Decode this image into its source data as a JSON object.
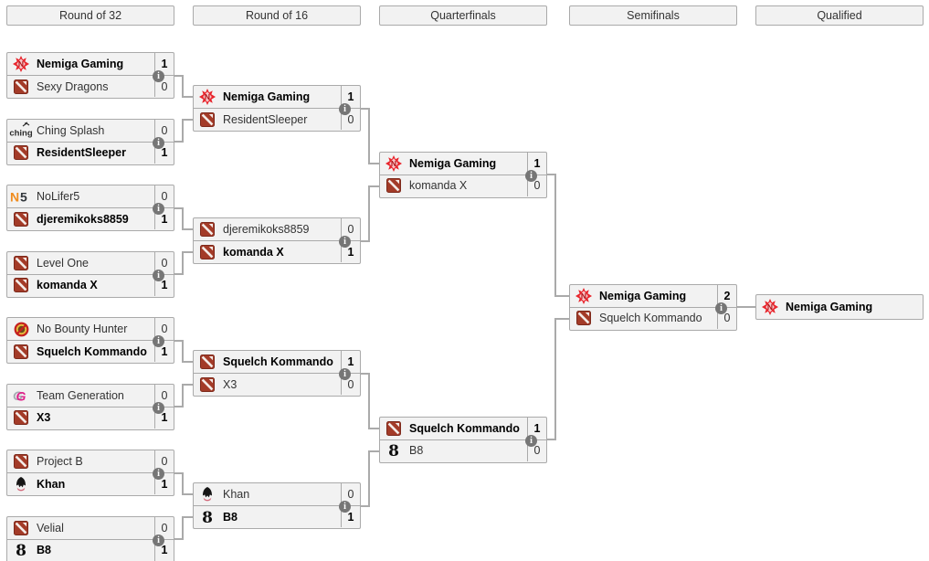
{
  "headers": [
    "Round of 32",
    "Round of 16",
    "Quarterfinals",
    "Semifinals",
    "Qualified"
  ],
  "rounds": [
    [
      {
        "teams": [
          {
            "name": "Nemiga Gaming",
            "score": "1",
            "winner": true,
            "icon": "nemiga-logo"
          },
          {
            "name": "Sexy Dragons",
            "score": "0",
            "winner": false,
            "icon": "dota2-logo"
          }
        ]
      },
      {
        "teams": [
          {
            "name": "Ching Splash",
            "score": "0",
            "winner": false,
            "icon": "ching-splash-logo"
          },
          {
            "name": "ResidentSleeper",
            "score": "1",
            "winner": true,
            "icon": "dota2-logo"
          }
        ]
      },
      {
        "teams": [
          {
            "name": "NoLifer5",
            "score": "0",
            "winner": false,
            "icon": "nolifer5-logo"
          },
          {
            "name": "djeremikoks8859",
            "score": "1",
            "winner": true,
            "icon": "dota2-logo"
          }
        ]
      },
      {
        "teams": [
          {
            "name": "Level One",
            "score": "0",
            "winner": false,
            "icon": "dota2-logo"
          },
          {
            "name": "komanda X",
            "score": "1",
            "winner": true,
            "icon": "dota2-logo"
          }
        ]
      },
      {
        "teams": [
          {
            "name": "No Bounty Hunter",
            "score": "0",
            "winner": false,
            "icon": "no-bounty-hunter-logo"
          },
          {
            "name": "Squelch Kommando",
            "score": "1",
            "winner": true,
            "icon": "dota2-logo"
          }
        ]
      },
      {
        "teams": [
          {
            "name": "Team Generation",
            "score": "0",
            "winner": false,
            "icon": "team-generation-logo"
          },
          {
            "name": "X3",
            "score": "1",
            "winner": true,
            "icon": "dota2-logo"
          }
        ]
      },
      {
        "teams": [
          {
            "name": "Project B",
            "score": "0",
            "winner": false,
            "icon": "dota2-logo"
          },
          {
            "name": "Khan",
            "score": "1",
            "winner": true,
            "icon": "khan-logo"
          }
        ]
      },
      {
        "teams": [
          {
            "name": "Velial",
            "score": "0",
            "winner": false,
            "icon": "dota2-logo"
          },
          {
            "name": "B8",
            "score": "1",
            "winner": true,
            "icon": "b8-logo"
          }
        ]
      }
    ],
    [
      {
        "teams": [
          {
            "name": "Nemiga Gaming",
            "score": "1",
            "winner": true,
            "icon": "nemiga-logo"
          },
          {
            "name": "ResidentSleeper",
            "score": "0",
            "winner": false,
            "icon": "dota2-logo"
          }
        ]
      },
      {
        "teams": [
          {
            "name": "djeremikoks8859",
            "score": "0",
            "winner": false,
            "icon": "dota2-logo"
          },
          {
            "name": "komanda X",
            "score": "1",
            "winner": true,
            "icon": "dota2-logo"
          }
        ]
      },
      {
        "teams": [
          {
            "name": "Squelch Kommando",
            "score": "1",
            "winner": true,
            "icon": "dota2-logo"
          },
          {
            "name": "X3",
            "score": "0",
            "winner": false,
            "icon": "dota2-logo"
          }
        ]
      },
      {
        "teams": [
          {
            "name": "Khan",
            "score": "0",
            "winner": false,
            "icon": "khan-logo"
          },
          {
            "name": "B8",
            "score": "1",
            "winner": true,
            "icon": "b8-logo"
          }
        ]
      }
    ],
    [
      {
        "teams": [
          {
            "name": "Nemiga Gaming",
            "score": "1",
            "winner": true,
            "icon": "nemiga-logo"
          },
          {
            "name": "komanda X",
            "score": "0",
            "winner": false,
            "icon": "dota2-logo"
          }
        ]
      },
      {
        "teams": [
          {
            "name": "Squelch Kommando",
            "score": "1",
            "winner": true,
            "icon": "dota2-logo"
          },
          {
            "name": "B8",
            "score": "0",
            "winner": false,
            "icon": "b8-logo"
          }
        ]
      }
    ],
    [
      {
        "teams": [
          {
            "name": "Nemiga Gaming",
            "score": "2",
            "winner": true,
            "icon": "nemiga-logo"
          },
          {
            "name": "Squelch Kommando",
            "score": "0",
            "winner": false,
            "icon": "dota2-logo"
          }
        ]
      }
    ]
  ],
  "qualified": {
    "name": "Nemiga Gaming",
    "winner": true,
    "icon": "nemiga-logo"
  },
  "info_icon_glyph": "i",
  "colors": {
    "box_bg": "#f2f2f2",
    "box_border": "#aaaaaa",
    "connector": "#aaaaaa",
    "winner_text": "#000000",
    "loser_text": "#333333",
    "info_icon_bg": "#767676",
    "dota_red": "#a33b28",
    "nemiga_red": "#e8252c"
  }
}
